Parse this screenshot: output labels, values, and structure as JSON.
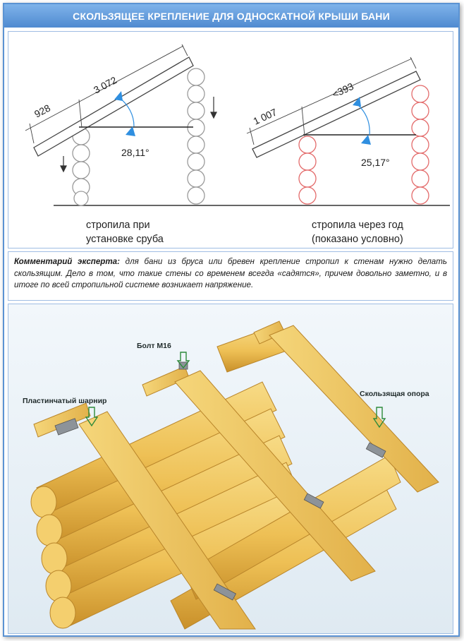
{
  "title": "СКОЛЬЗЯЩЕЕ КРЕПЛЕНИЕ ДЛЯ ОДНОСКАТНОЙ КРЫШИ БАНИ",
  "diagram_left": {
    "dim_overhang": "928",
    "dim_rafter": "3 072",
    "angle": "28,11°",
    "caption_line1": "стропила при",
    "caption_line2": "установке сруба"
  },
  "diagram_right": {
    "dim_overhang": "1 007",
    "dim_rafter": "<393",
    "angle": "25,17°",
    "caption_line1": "стропила через год",
    "caption_line2": "(показано условно)"
  },
  "comment": {
    "lead": "Комментарий эксперта:",
    "text": " для бани из бруса или бревен крепление стропил к стенам нужно делать скользящим. Дело в том, что такие стены со временем всегда «садятся», причем довольно заметно, и в итоге по всей стропильной системе возникает напряжение."
  },
  "illustration": {
    "label_bolt": "Болт М16",
    "label_hinge": "Пластинчатый шарнир",
    "label_slide": "Скользящая опора"
  },
  "colors": {
    "title_bar": "#5b93d3",
    "log_normal": "#9a9a9a",
    "log_shrunk": "#e36b6b",
    "angle_marker": "#2f8fe0",
    "wood": "#f1c65a",
    "arrow_green": "#2d8a3a"
  }
}
